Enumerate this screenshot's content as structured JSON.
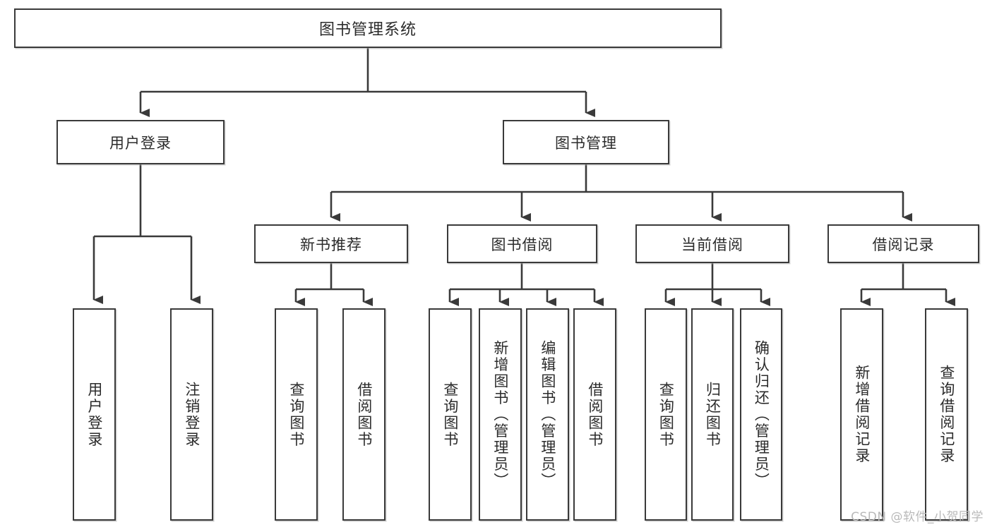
{
  "diagram": {
    "title": "图书管理系统",
    "type": "tree-hierarchy-diagram",
    "root": {
      "label": "图书管理系统"
    },
    "level1": [
      {
        "key": "user-login",
        "label": "用户登录"
      },
      {
        "key": "book-management",
        "label": "图书管理"
      }
    ],
    "level2": [
      {
        "key": "new-book-recommend",
        "label": "新书推荐"
      },
      {
        "key": "book-borrow",
        "label": "图书借阅"
      },
      {
        "key": "current-borrow",
        "label": "当前借阅"
      },
      {
        "key": "borrow-record",
        "label": "借阅记录"
      }
    ],
    "leaves": {
      "user_login": [
        {
          "key": "user-login-leaf",
          "label": "用户登录"
        },
        {
          "key": "logout-leaf",
          "label": "注销登录"
        }
      ],
      "new_book_recommend": [
        {
          "key": "query-book-1",
          "label": "查询图书"
        },
        {
          "key": "borrow-book-1",
          "label": "借阅图书"
        }
      ],
      "book_borrow": [
        {
          "key": "query-book-2",
          "label": "查询图书"
        },
        {
          "key": "add-book-admin",
          "label": "新增图书（管理员）"
        },
        {
          "key": "edit-book-admin",
          "label": "编辑图书（管理员）"
        },
        {
          "key": "borrow-book-2",
          "label": "借阅图书"
        }
      ],
      "current_borrow": [
        {
          "key": "query-book-3",
          "label": "查询图书"
        },
        {
          "key": "return-book",
          "label": "归还图书"
        },
        {
          "key": "confirm-return-admin",
          "label": "确认归还（管理员）"
        }
      ],
      "borrow_record": [
        {
          "key": "add-borrow-record",
          "label": "新增借阅记录"
        },
        {
          "key": "query-borrow-record",
          "label": "查询借阅记录"
        }
      ]
    },
    "watermark": "CSDN @软件_小贺同学",
    "colors": {
      "stroke": "#3a3a3a",
      "background": "#ffffff",
      "text": "#2b2b2b",
      "watermark": "#b9b9b9"
    }
  }
}
